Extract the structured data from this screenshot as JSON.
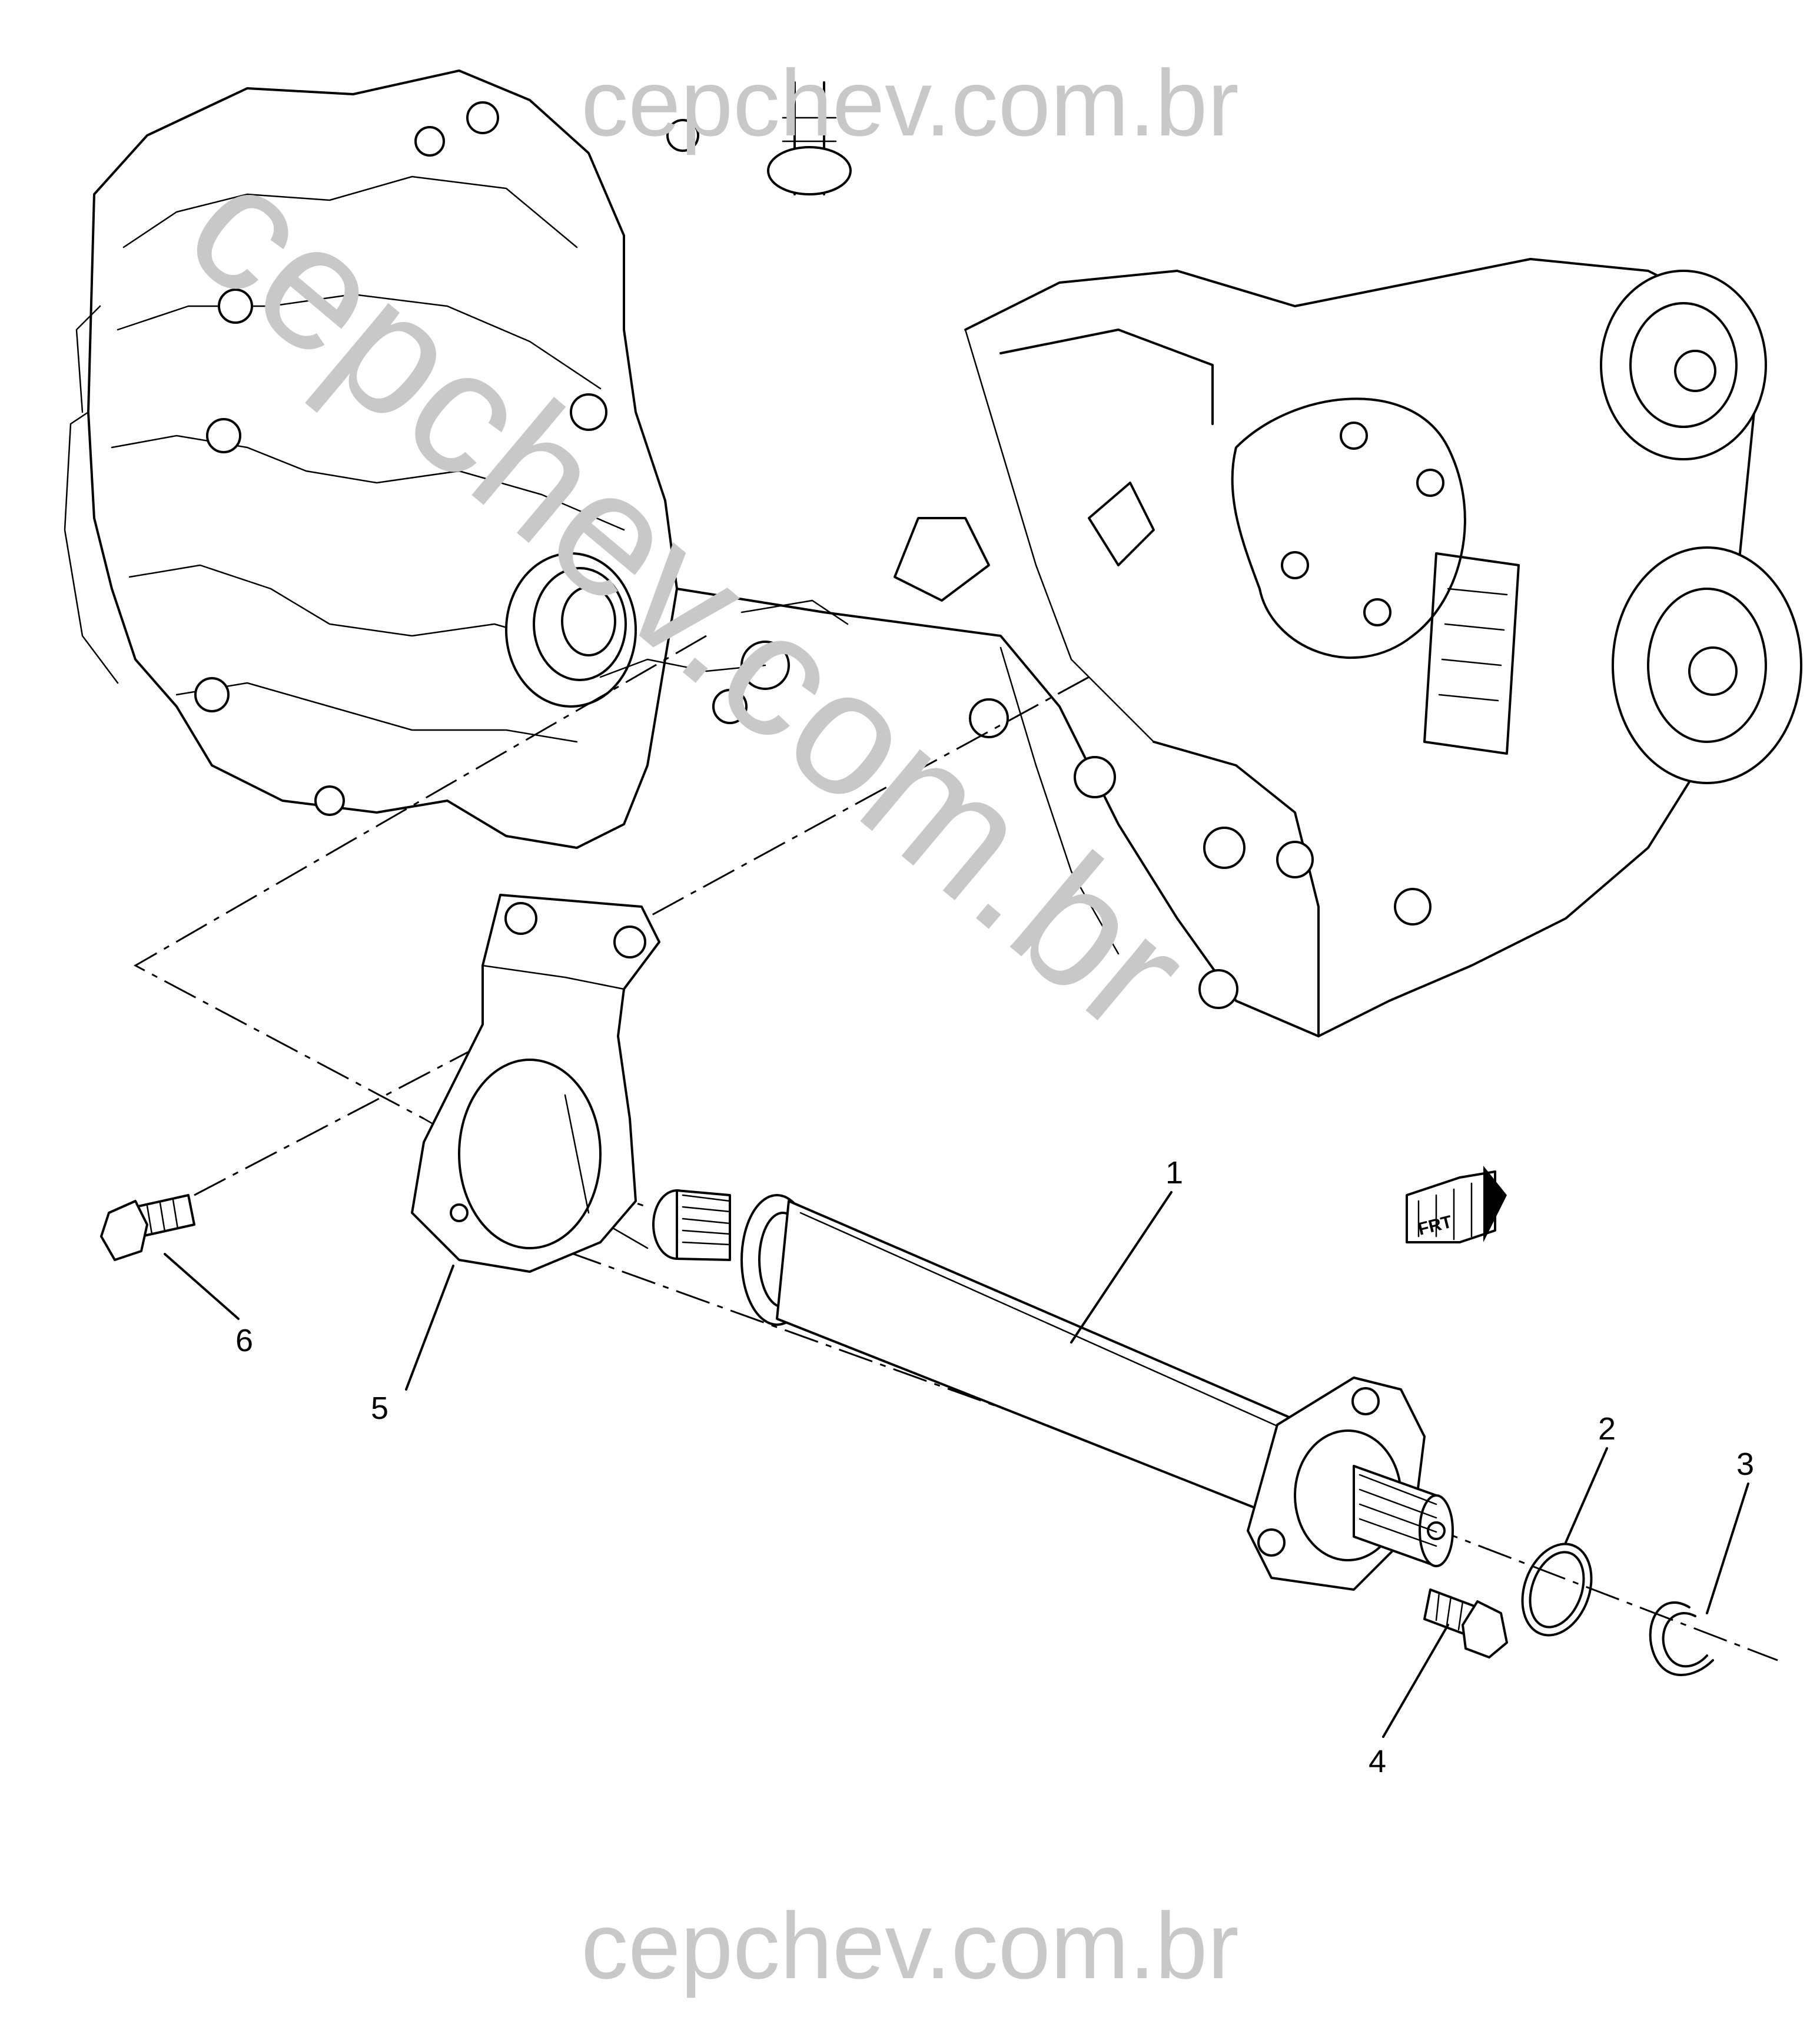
{
  "watermark": {
    "top": "cepchev.com.br",
    "bottom": "cepchev.com.br",
    "diagonal": "cepchev.com.br"
  },
  "callouts": [
    "1",
    "2",
    "3",
    "4",
    "5",
    "6"
  ],
  "frt_label": "FRT",
  "colors": {
    "line": "#000000",
    "watermark": "#c8c8c8",
    "background": "#ffffff"
  }
}
